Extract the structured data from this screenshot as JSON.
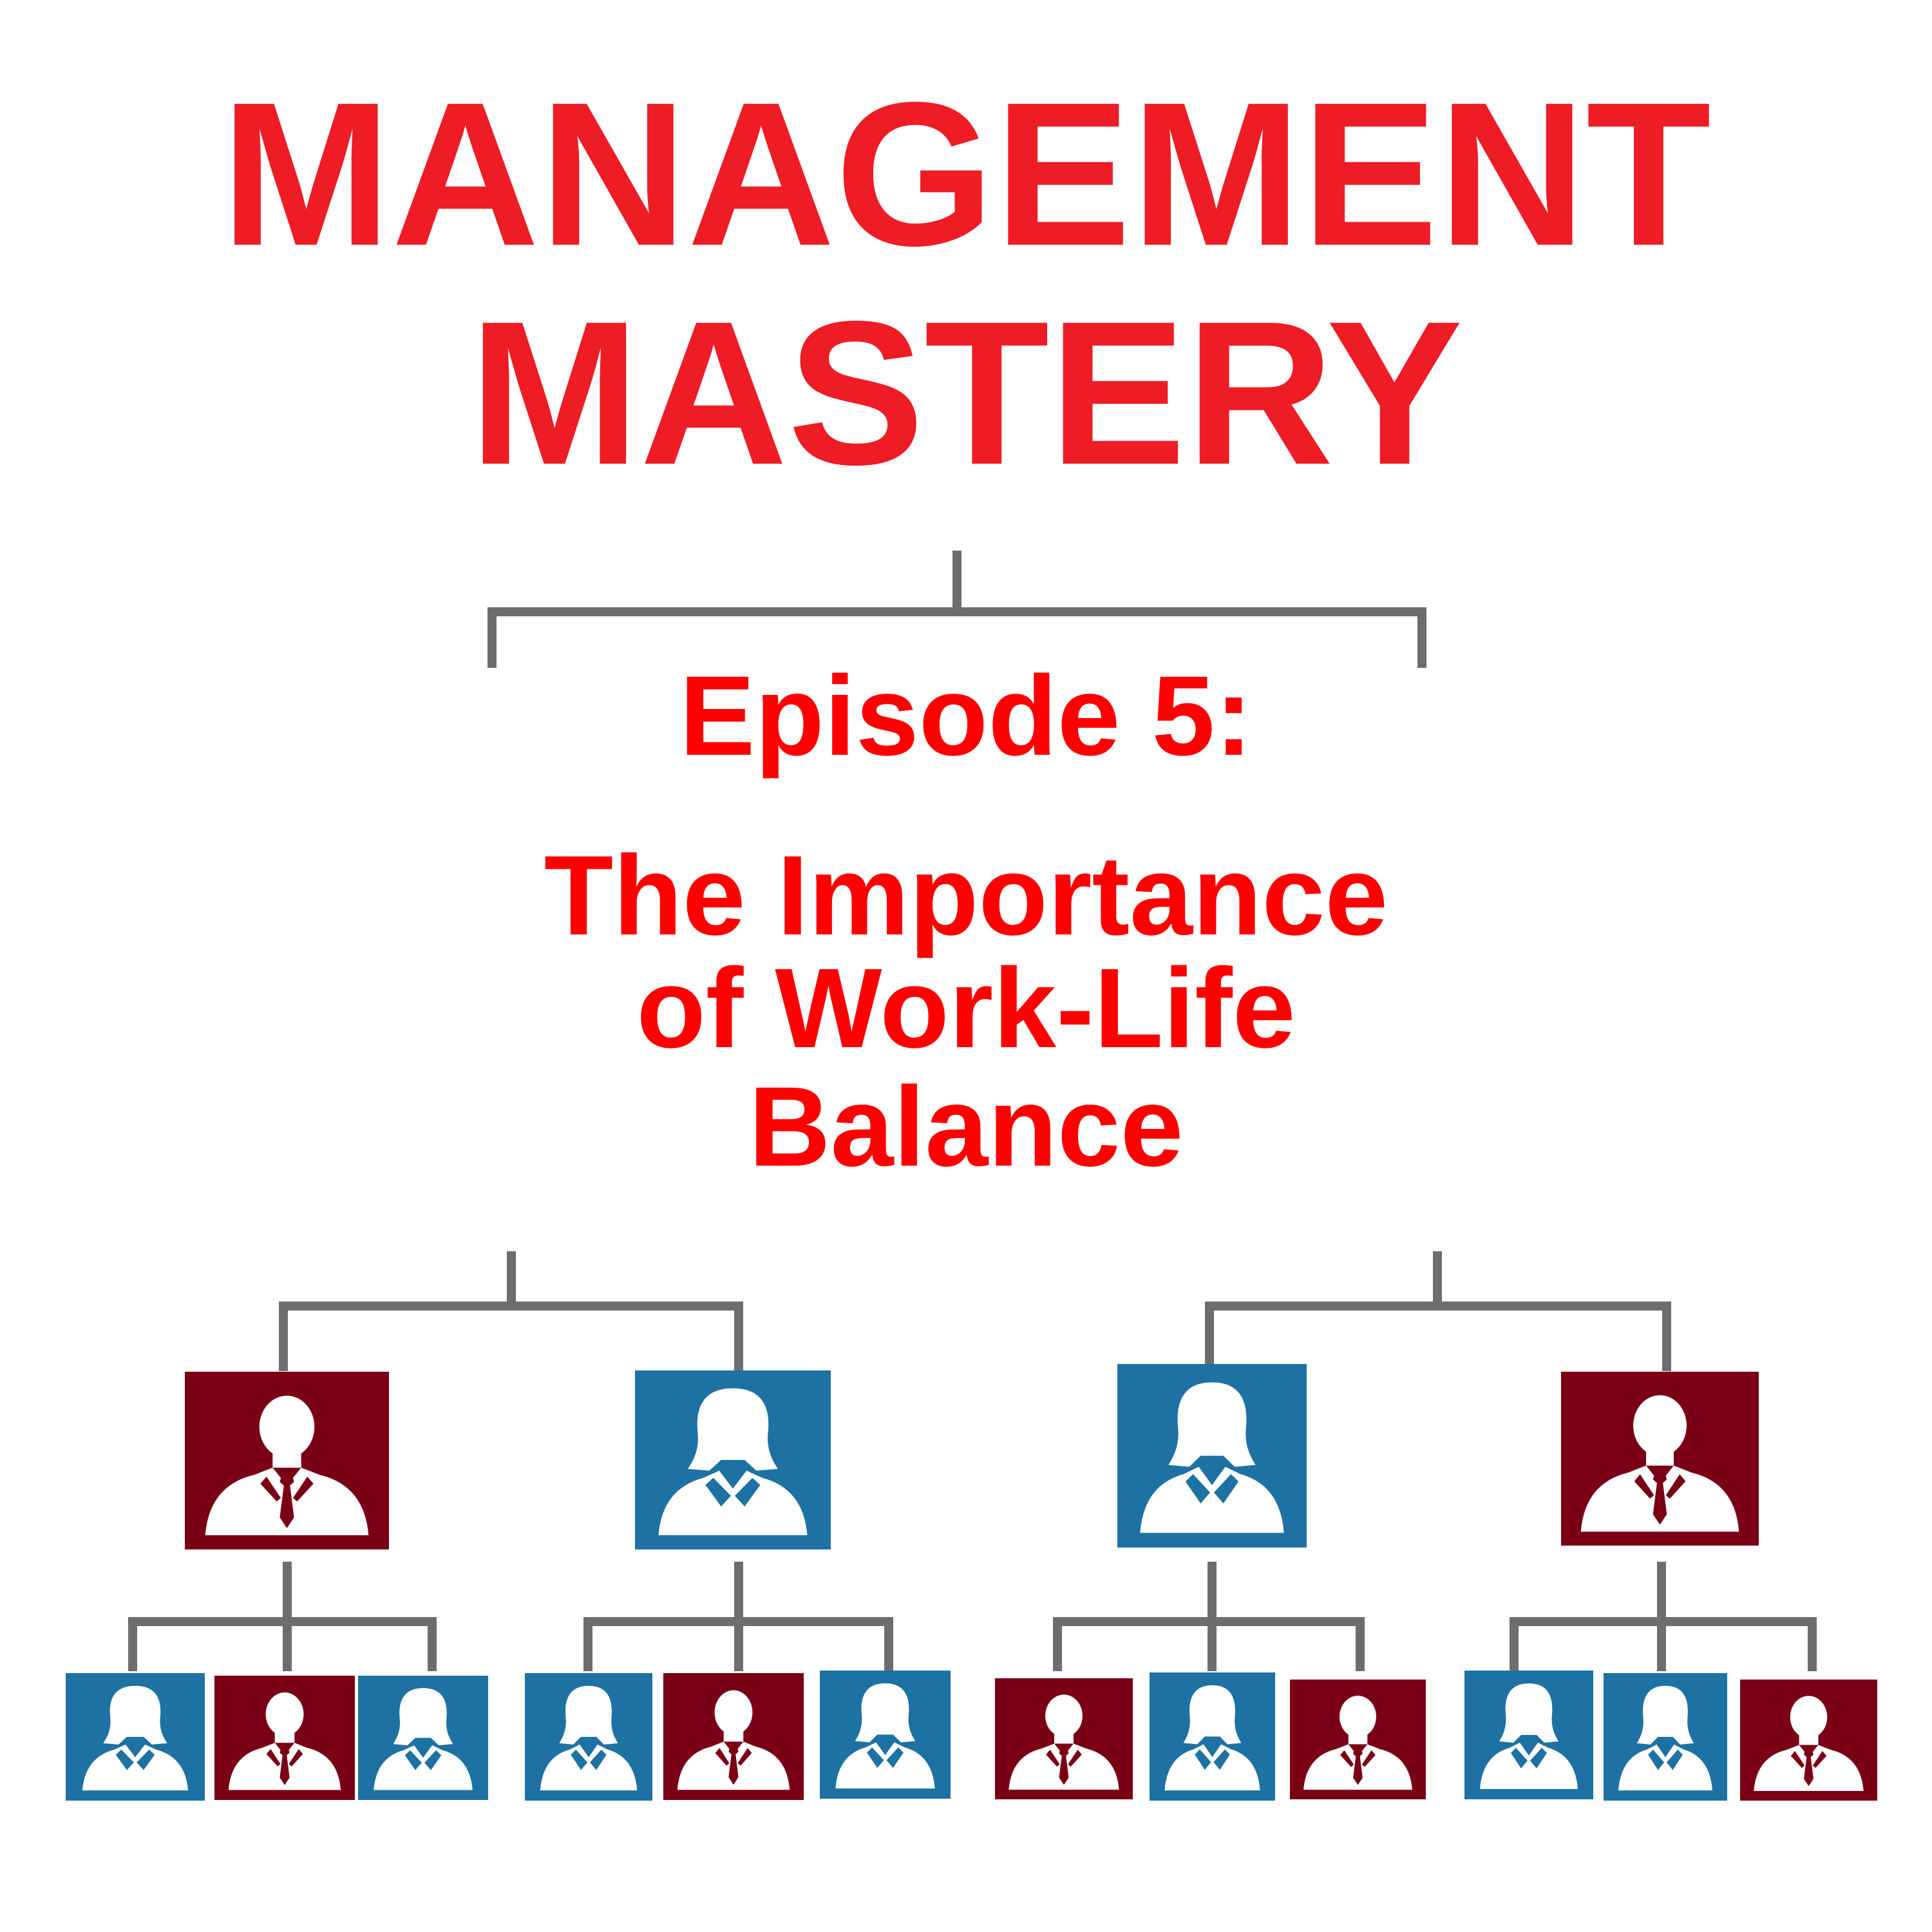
{
  "title": {
    "line1": "MANAGEMENT",
    "line2": "MASTERY"
  },
  "episode": {
    "label": "Episode 5:",
    "topic_line1": "The Importance",
    "topic_line2": "of Work-Life",
    "topic_line3": "Balance"
  },
  "colors": {
    "title_red": "#ee1c25",
    "episode_red": "#ff0000",
    "connector_gray": "#6d6d6d",
    "maroon_box": "#7a0016",
    "blue_box": "#1d72a3",
    "figure_white": "#ffffff"
  },
  "org_chart": {
    "managers": [
      {
        "figure": "male-person-icon",
        "box_color": "maroon",
        "reports": [
          {
            "figure": "female-person-icon",
            "box_color": "blue"
          },
          {
            "figure": "male-person-icon",
            "box_color": "maroon"
          },
          {
            "figure": "female-person-icon",
            "box_color": "blue"
          }
        ]
      },
      {
        "figure": "female-person-icon",
        "box_color": "blue",
        "reports": [
          {
            "figure": "female-person-icon",
            "box_color": "blue"
          },
          {
            "figure": "male-person-icon",
            "box_color": "maroon"
          },
          {
            "figure": "female-person-icon",
            "box_color": "blue"
          }
        ]
      },
      {
        "figure": "female-person-icon",
        "box_color": "blue",
        "reports": [
          {
            "figure": "male-person-icon",
            "box_color": "maroon"
          },
          {
            "figure": "female-person-icon",
            "box_color": "blue"
          },
          {
            "figure": "male-person-icon",
            "box_color": "maroon"
          }
        ]
      },
      {
        "figure": "male-person-icon",
        "box_color": "maroon",
        "reports": [
          {
            "figure": "female-person-icon",
            "box_color": "blue"
          },
          {
            "figure": "female-person-icon",
            "box_color": "blue"
          },
          {
            "figure": "male-person-icon",
            "box_color": "maroon"
          }
        ]
      }
    ]
  }
}
